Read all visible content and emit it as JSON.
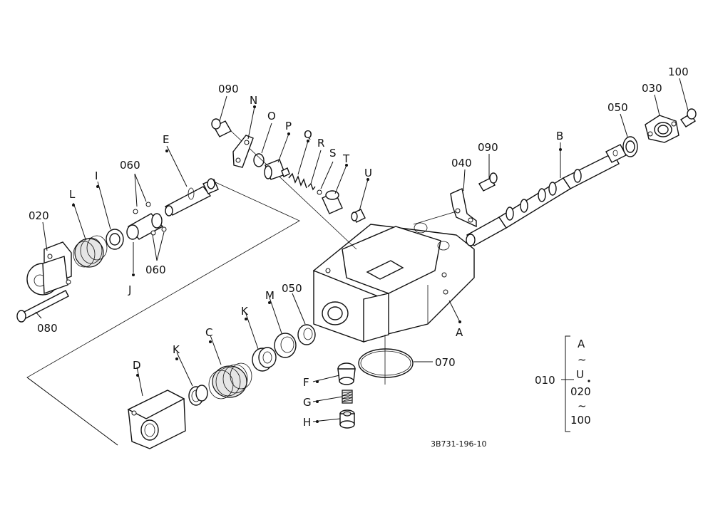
{
  "labels": {
    "l090a": "090",
    "lN": "N",
    "lO": "O",
    "lP": "P",
    "lQ": "Q",
    "lR": "R",
    "lS": "S",
    "lT": "T",
    "lU": "U",
    "l040": "040",
    "l090b": "090",
    "lB": "B",
    "l050a": "050",
    "l030": "030",
    "l100": "100",
    "lE": "E",
    "l060a": "060",
    "lI": "I",
    "lL": "L",
    "l020": "020",
    "lJ": "J",
    "l060b": "060",
    "l080": "080",
    "lK1": "K",
    "lM": "M",
    "l050b": "050",
    "lA": "A",
    "lC": "C",
    "lK2": "K",
    "lD": "D",
    "lF": "F",
    "lG": "G",
    "lH": "H",
    "l070": "070"
  },
  "assembly_note": {
    "code": "010",
    "line1": "A",
    "tilde1": "~",
    "line2": "U",
    "line3": "020",
    "tilde2": "~",
    "line4": "100"
  },
  "drawing_number": "3B731-196-10"
}
